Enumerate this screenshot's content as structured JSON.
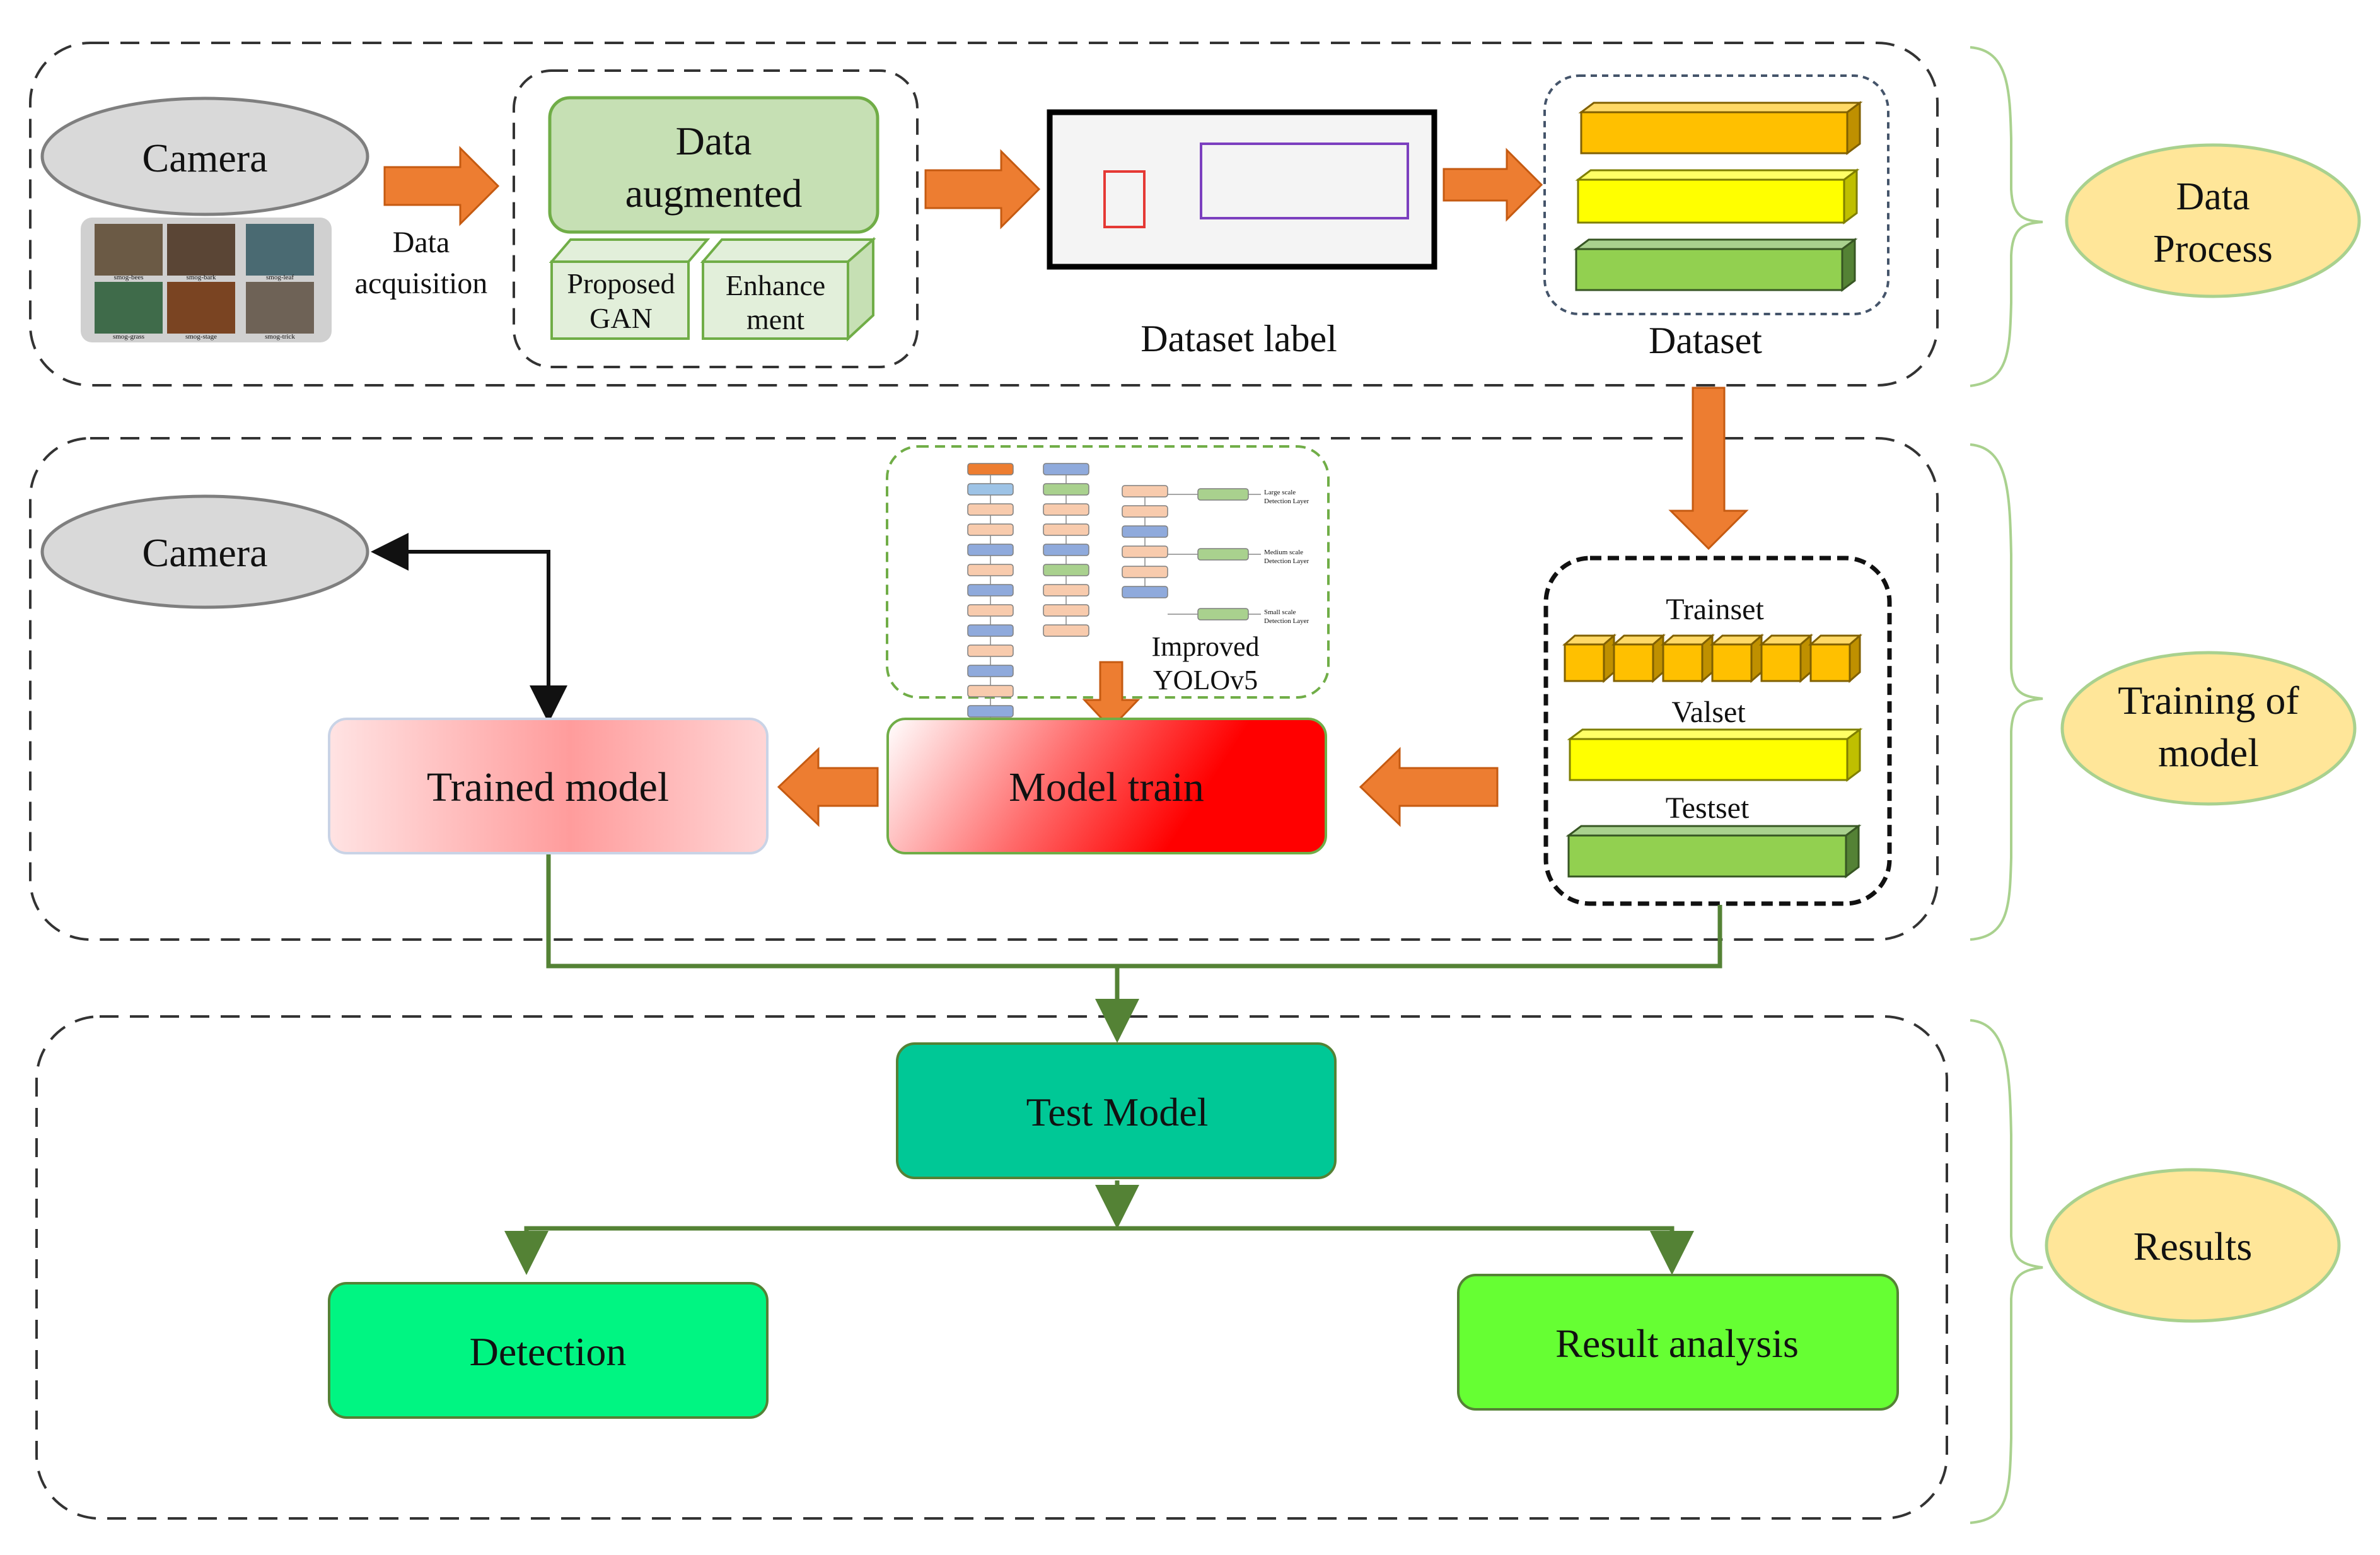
{
  "colors": {
    "orange_arrow": "#ED7D31",
    "ellipse_fill": "#D9D9D9",
    "light_green": "#C6E0B4",
    "orange_bar": "#FFC000",
    "yellow_bar": "#FFFF00",
    "green_bar": "#92D050",
    "connector_green": "#548235",
    "badge_fill": "#FFE699",
    "bracket": "#A9D18E",
    "test_model": "#00C896",
    "detection": "#00F582",
    "result_analysis": "#66FF33",
    "model_train_red": "#FF0000",
    "label_box_red": "#E53935",
    "label_box_purple": "#7B3FBF"
  },
  "process": {
    "camera": "Camera",
    "data_acquisition": [
      "Data",
      "acquisition"
    ],
    "thumbnails": [
      "smog-bees",
      "smog-bark",
      "smog-leaf",
      "smog-grass",
      "smog-stage",
      "smog-trick"
    ],
    "data_augmented": [
      "Data",
      "augmented"
    ],
    "proposed_gan": [
      "Proposed",
      "GAN"
    ],
    "enhancement": [
      "Enhance",
      "ment"
    ],
    "dataset_label": "Dataset label",
    "dataset": "Dataset",
    "badge": [
      "Data",
      "Process"
    ]
  },
  "training": {
    "camera": "Camera",
    "improved_yolo": [
      "Improved",
      "YOLOv5"
    ],
    "yolo_annotations": [
      "Large scale",
      "Detection Layer",
      "Medium scale",
      "Detection Layer",
      "Small scale",
      "Detection Layer"
    ],
    "trained_model": "Trained model",
    "model_train": "Model train",
    "trainset": "Trainset",
    "valset": "Valset",
    "testset": "Testset",
    "badge": [
      "Training of",
      "model"
    ]
  },
  "results": {
    "test_model": "Test Model",
    "detection": "Detection",
    "result_analysis": "Result analysis",
    "badge": "Results"
  }
}
